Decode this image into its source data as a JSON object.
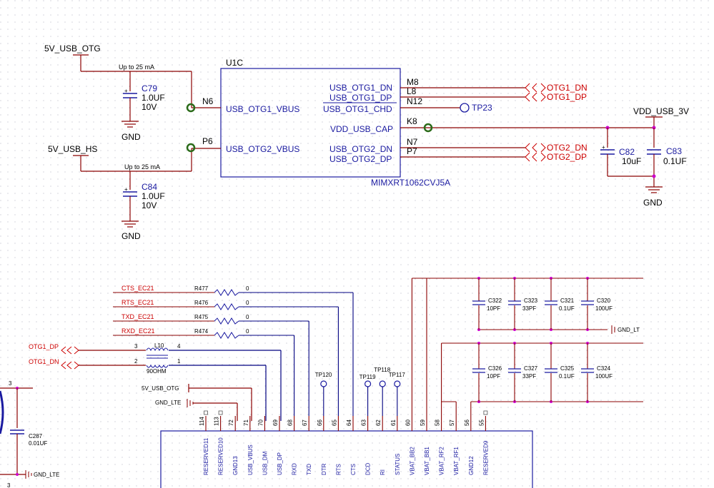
{
  "top": {
    "u1c": {
      "ref": "U1C",
      "part": "MIMXRT1062CVJ5A",
      "pins_left": [
        {
          "num": "N6",
          "name": "USB_OTG1_VBUS"
        },
        {
          "num": "P6",
          "name": "USB_OTG2_VBUS"
        }
      ],
      "pins_right": [
        {
          "num": "M8",
          "name": "USB_OTG1_DN"
        },
        {
          "num": "L8",
          "name": "USB_OTG1_DP"
        },
        {
          "num": "N12",
          "name": "USB_OTG1_CHD"
        },
        {
          "num": "K8",
          "name": "VDD_USB_CAP"
        },
        {
          "num": "N7",
          "name": "USB_OTG2_DN"
        },
        {
          "num": "P7",
          "name": "USB_OTG2_DP"
        }
      ]
    },
    "power_otg": "5V_USB_OTG",
    "power_hs": "5V_USB_HS",
    "current_note_1": "Up to 25 mA",
    "current_note_2": "Up to 25 mA",
    "c79": {
      "ref": "C79",
      "val": "1.0UF",
      "volt": "10V"
    },
    "c84": {
      "ref": "C84",
      "val": "1.0UF",
      "volt": "10V"
    },
    "gnd1": "GND",
    "gnd2": "GND",
    "gnd3": "GND",
    "otg1_dn": "OTG1_DN",
    "otg1_dp": "OTG1_DP",
    "otg2_dn": "OTG2_DN",
    "otg2_dp": "OTG2_DP",
    "tp23": "TP23",
    "vdd_usb_3v": "VDD_USB_3V",
    "c82": {
      "ref": "C82",
      "val": "10uF"
    },
    "c83": {
      "ref": "C83",
      "val": "0.1UF"
    }
  },
  "bottom": {
    "nets": [
      "CTS_EC21",
      "RTS_EC21",
      "TXD_EC21",
      "RXD_EC21"
    ],
    "resistors": [
      {
        "ref": "R477",
        "val": "0"
      },
      {
        "ref": "R476",
        "val": "0"
      },
      {
        "ref": "R475",
        "val": "0"
      },
      {
        "ref": "R474",
        "val": "0"
      }
    ],
    "otg1_dp": "OTG1_DP",
    "otg1_dn": "OTG1_DN",
    "l10": {
      "ref": "L10",
      "val": "90OHM",
      "p3": "3",
      "p4": "4",
      "p2": "2",
      "p1": "1"
    },
    "vusb": "5V_USB_OTG",
    "gnd_lte": "GND_LTE",
    "gnd_lte2": "GND_LTE",
    "gnd_lte_top": "GND_LT",
    "c287": {
      "ref": "C287",
      "val": "0.01UF"
    },
    "left_pin_top": "3",
    "left_pin_bot": "3",
    "testpoints": [
      "TP120",
      "TP119",
      "TP118",
      "TP117"
    ],
    "caps_row1": [
      {
        "ref": "C322",
        "val": "10PF"
      },
      {
        "ref": "C323",
        "val": "33PF"
      },
      {
        "ref": "C321",
        "val": "0.1UF"
      },
      {
        "ref": "C320",
        "val": "100UF"
      }
    ],
    "caps_row2": [
      {
        "ref": "C326",
        "val": "10PF"
      },
      {
        "ref": "C327",
        "val": "33PF"
      },
      {
        "ref": "C325",
        "val": "0.1UF"
      },
      {
        "ref": "C324",
        "val": "100UF"
      }
    ],
    "module_pins": [
      {
        "num": "114",
        "name": "RESERVED11"
      },
      {
        "num": "113",
        "name": "RESERVED10"
      },
      {
        "num": "72",
        "name": "GND13"
      },
      {
        "num": "71",
        "name": "USB_VBUS"
      },
      {
        "num": "70",
        "name": "USB_DM"
      },
      {
        "num": "69",
        "name": "USB_DP"
      },
      {
        "num": "68",
        "name": "RXD"
      },
      {
        "num": "67",
        "name": "TXD"
      },
      {
        "num": "66",
        "name": "DTR"
      },
      {
        "num": "65",
        "name": "RTS"
      },
      {
        "num": "64",
        "name": "CTS"
      },
      {
        "num": "63",
        "name": "DCD"
      },
      {
        "num": "62",
        "name": "RI"
      },
      {
        "num": "61",
        "name": "STATUS"
      },
      {
        "num": "60",
        "name": "VBAT_BB2"
      },
      {
        "num": "59",
        "name": "VBAT_BB1"
      },
      {
        "num": "58",
        "name": "VBAT_RF2"
      },
      {
        "num": "57",
        "name": "VBAT_RF1"
      },
      {
        "num": "56",
        "name": "GND12"
      },
      {
        "num": "55",
        "name": "RESERVED9"
      }
    ]
  }
}
